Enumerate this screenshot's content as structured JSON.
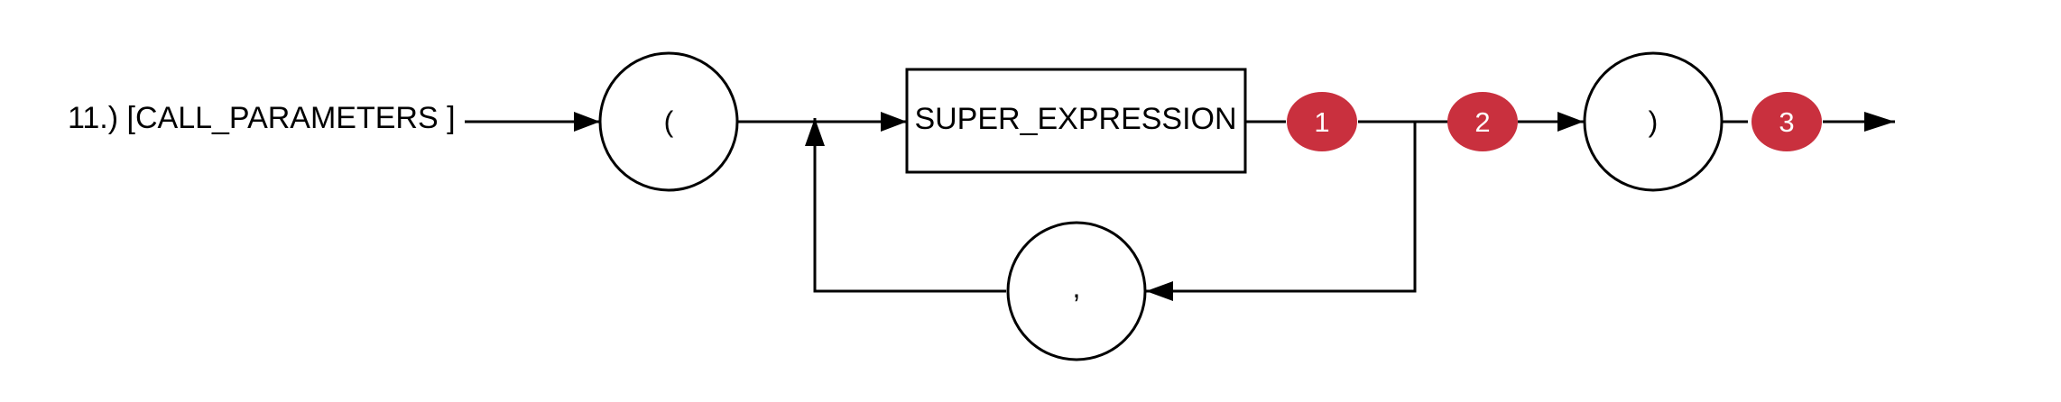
{
  "diagram": {
    "title": "11.) [CALL_PARAMETERS ]",
    "nodes": {
      "open_paren": "(",
      "super_expression": "SUPER_EXPRESSION",
      "comma": ",",
      "close_paren": ")"
    },
    "markers": {
      "m1": "1",
      "m2": "2",
      "m3": "3"
    },
    "colors": {
      "line": "#000000",
      "marker": "#c9303e",
      "marker_text": "#ffffff",
      "background": "#ffffff"
    }
  }
}
